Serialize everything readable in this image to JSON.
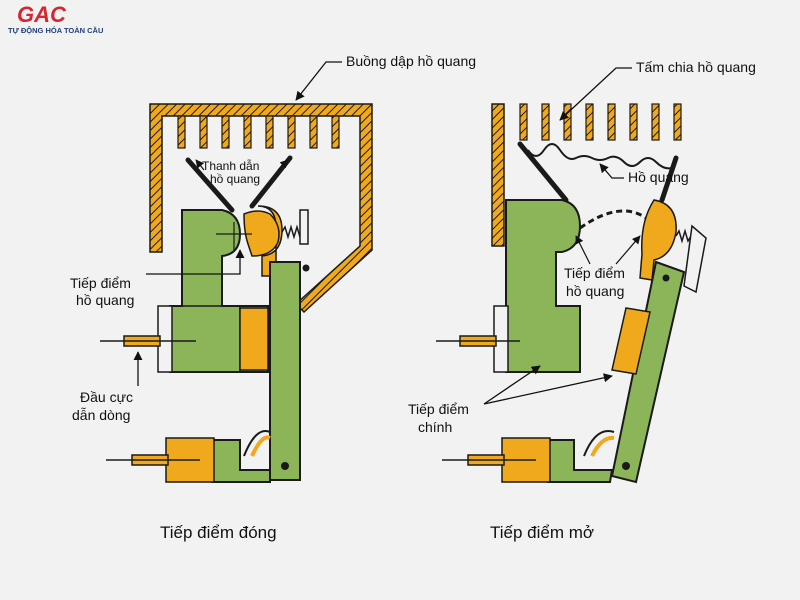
{
  "logo": {
    "mark": "GAC",
    "tagline": "TỰ ĐỘNG HÓA TOÀN CẦU",
    "mark_color": "#d7262d",
    "tagline_color": "#1f3e7c"
  },
  "colors": {
    "green": "#8cb458",
    "yellow": "#f0a81c",
    "outline": "#1a1a1a",
    "background": "#f2f2f2"
  },
  "closed": {
    "caption": "Tiếp điểm đóng",
    "label_arc_chamber": "Buồng dập hồ quang",
    "label_arc_runner_1": "Thanh dẫn",
    "label_arc_runner_2": "hồ quang",
    "label_arc_contact_1": "Tiếp điểm",
    "label_arc_contact_2": "hồ quang",
    "label_terminal_1": "Đầu cực",
    "label_terminal_2": "dẫn dòng"
  },
  "open": {
    "caption": "Tiếp điểm mở",
    "label_arc_splitter": "Tấm chia hồ quang",
    "label_arc": "Hồ quang",
    "label_arc_contact_1": "Tiếp điểm",
    "label_arc_contact_2": "hồ quang",
    "label_main_contact_1": "Tiếp điểm",
    "label_main_contact_2": "chính"
  }
}
